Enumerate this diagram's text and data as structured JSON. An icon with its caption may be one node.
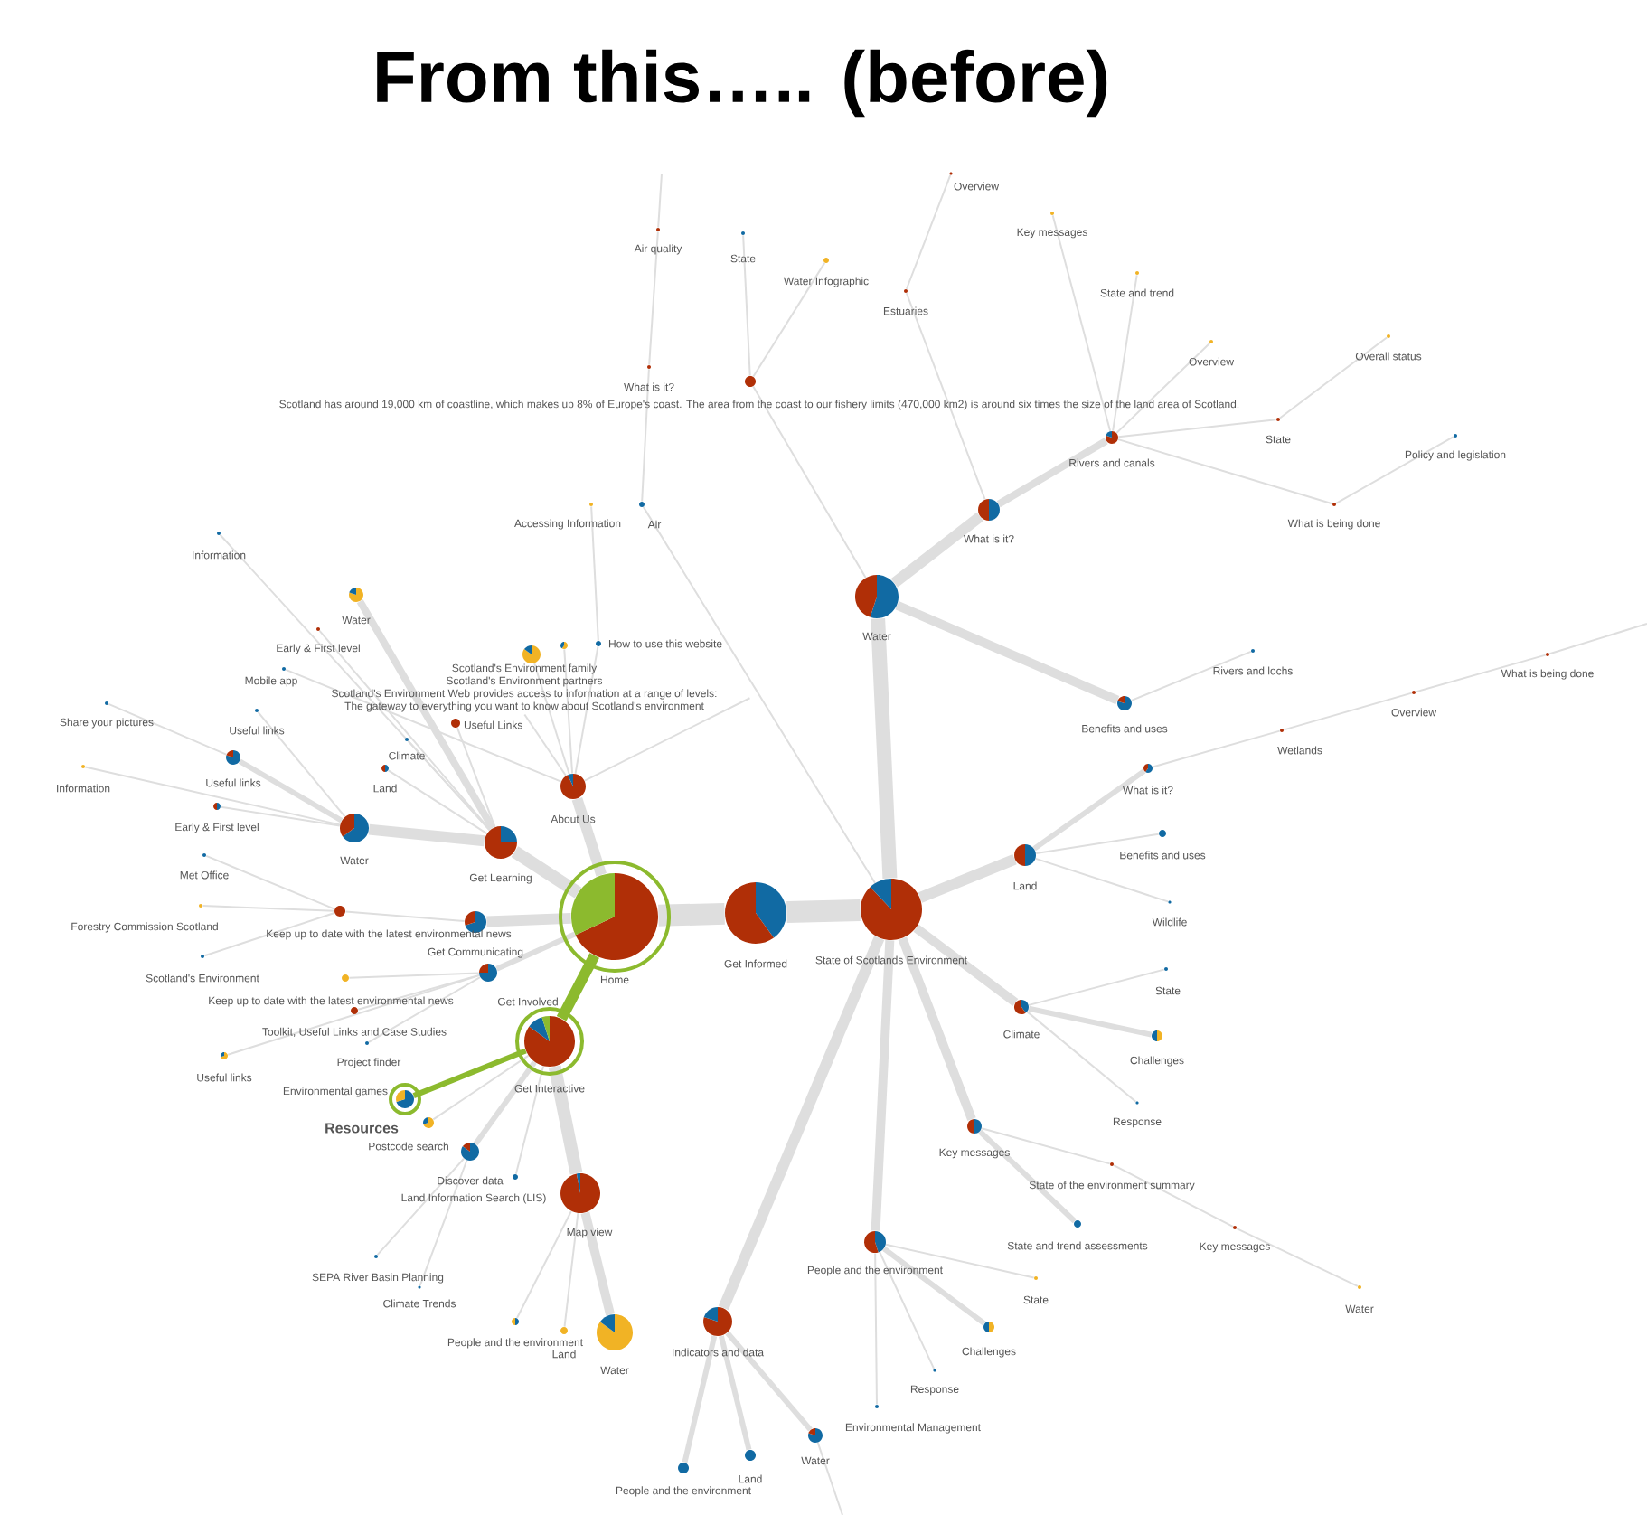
{
  "diagram": {
    "title": "From this….. (before)",
    "nodes": [
      {
        "text": [
          "Home"
        ]
      },
      {
        "text": [
          "Get Informed"
        ]
      },
      {
        "text": [
          "State of Scotlands Environment"
        ]
      },
      {
        "text": [
          "Water"
        ]
      },
      {
        "text": [
          "What is it?"
        ]
      },
      {
        "text": [
          "Rivers and canals"
        ]
      },
      {
        "text": [
          "Key messages"
        ]
      },
      {
        "text": [
          "State and trend"
        ]
      },
      {
        "text": [
          "Overview"
        ]
      },
      {
        "text": [
          "State"
        ]
      },
      {
        "text": [
          "Overall status"
        ]
      },
      {
        "text": [
          "What is being done"
        ]
      },
      {
        "text": [
          "Policy and legislation"
        ]
      },
      {
        "text": [
          "Estuaries"
        ]
      },
      {
        "text": [
          "Overview"
        ]
      },
      {
        "text": [
          "Scotland has around 19,000 km of coastline, which makes up 8% of Europe's coast. The area from the coast to our fishery limits (470,000 km2) is around six times the size of the land area of Scotland."
        ]
      },
      {
        "text": [
          "State"
        ]
      },
      {
        "text": [
          "Water Infographic"
        ]
      },
      {
        "text": [
          "Air quality"
        ]
      },
      {
        "text": [
          "What is it?"
        ]
      },
      {
        "text": [
          "Air"
        ]
      },
      {
        "text": [
          "Accessing Information"
        ]
      },
      {
        "text": [
          "About Us"
        ]
      },
      {
        "text": [
          "Scotland's Environment family"
        ]
      },
      {
        "text": [
          "Scotland's Environment partners"
        ]
      },
      {
        "text": [
          "How to use this website"
        ]
      },
      {
        "text": [
          "Mobile app"
        ]
      },
      {
        "text": [
          "Scotland's Environment Web provides access to information at a range of levels:"
        ]
      },
      {
        "text": [
          "The gateway to everything you want to know about Scotland's environment"
        ]
      },
      {
        "text": [
          "Get Learning"
        ]
      },
      {
        "text": [
          "Water"
        ]
      },
      {
        "text": [
          "Early & First level"
        ]
      },
      {
        "text": [
          "Information"
        ]
      },
      {
        "text": [
          "Useful Links"
        ]
      },
      {
        "text": [
          "Climate"
        ]
      },
      {
        "text": [
          "Land"
        ]
      },
      {
        "text": [
          "Water"
        ]
      },
      {
        "text": [
          "Useful links"
        ]
      },
      {
        "text": [
          "Share your pictures"
        ]
      },
      {
        "text": [
          "Useful links"
        ]
      },
      {
        "text": [
          "Information"
        ]
      },
      {
        "text": [
          "Early & First level"
        ]
      },
      {
        "text": [
          "Get Communicating"
        ]
      },
      {
        "text": [
          "Keep up to date with the latest environmental news"
        ]
      },
      {
        "text": [
          "Met Office"
        ]
      },
      {
        "text": [
          "Forestry Commission Scotland"
        ]
      },
      {
        "text": [
          "Scotland's Environment"
        ]
      },
      {
        "text": [
          "Get Involved"
        ]
      },
      {
        "text": [
          "Keep up to date with the latest environmental news"
        ]
      },
      {
        "text": [
          "Toolkit, Useful Links and Case Studies"
        ]
      },
      {
        "text": [
          "Project finder"
        ]
      },
      {
        "text": [
          "Useful links"
        ]
      },
      {
        "text": [
          "Get Interactive"
        ]
      },
      {
        "text": [
          "Environmental games"
        ]
      },
      {
        "text": [
          "Postcode search"
        ]
      },
      {
        "text": [
          "Discover data"
        ]
      },
      {
        "text": [
          "Land Information Search (LIS)"
        ]
      },
      {
        "text": [
          "Map view"
        ]
      },
      {
        "text": [
          "SEPA River Basin Planning"
        ]
      },
      {
        "text": [
          "Climate Trends"
        ]
      },
      {
        "text": [
          "People and the environment"
        ]
      },
      {
        "text": [
          "Land"
        ]
      },
      {
        "text": [
          "Water"
        ]
      },
      {
        "text": [
          "Benefits and uses"
        ]
      },
      {
        "text": [
          "Rivers and lochs"
        ]
      },
      {
        "text": [
          "Land"
        ]
      },
      {
        "text": [
          "What is it?"
        ]
      },
      {
        "text": [
          "Benefits and uses"
        ]
      },
      {
        "text": [
          "Wildlife"
        ]
      },
      {
        "text": [
          "Wetlands"
        ]
      },
      {
        "text": [
          "Overview"
        ]
      },
      {
        "text": [
          "What is being done"
        ]
      },
      {
        "text": [
          "Climate"
        ]
      },
      {
        "text": [
          "State"
        ]
      },
      {
        "text": [
          "Challenges"
        ]
      },
      {
        "text": [
          "Response"
        ]
      },
      {
        "text": [
          "Key messages"
        ]
      },
      {
        "text": [
          "State of the environment summary"
        ]
      },
      {
        "text": [
          "State and trend assessments"
        ]
      },
      {
        "text": [
          "Key messages"
        ]
      },
      {
        "text": [
          "Water"
        ]
      },
      {
        "text": [
          "People and the environment"
        ]
      },
      {
        "text": [
          "State"
        ]
      },
      {
        "text": [
          "Challenges"
        ]
      },
      {
        "text": [
          "Response"
        ]
      },
      {
        "text": [
          "Environmental Management"
        ]
      },
      {
        "text": [
          "Indicators and data"
        ]
      },
      {
        "text": [
          "People and the environment"
        ]
      },
      {
        "text": [
          "Land"
        ]
      },
      {
        "text": [
          "Water"
        ]
      }
    ],
    "edges": [
      {
        "from": 0,
        "to": 1,
        "arrow": "none",
        "style": "thick"
      },
      {
        "from": 1,
        "to": 2,
        "arrow": "none",
        "style": "thick"
      },
      {
        "from": 2,
        "to": 3,
        "arrow": "none",
        "style": "thick"
      },
      {
        "from": 3,
        "to": 4,
        "arrow": "none",
        "style": "thick"
      },
      {
        "from": 4,
        "to": 5,
        "arrow": "none",
        "style": "thick"
      },
      {
        "from": 5,
        "to": 6,
        "arrow": "none"
      },
      {
        "from": 5,
        "to": 7,
        "arrow": "none"
      },
      {
        "from": 5,
        "to": 8,
        "arrow": "none"
      },
      {
        "from": 5,
        "to": 9,
        "arrow": "none"
      },
      {
        "from": 9,
        "to": 10,
        "arrow": "none"
      },
      {
        "from": 5,
        "to": 11,
        "arrow": "none"
      },
      {
        "from": 11,
        "to": 12,
        "arrow": "none"
      },
      {
        "from": 4,
        "to": 13,
        "arrow": "none"
      },
      {
        "from": 13,
        "to": 14,
        "arrow": "none"
      },
      {
        "from": 3,
        "to": 15,
        "arrow": "none"
      },
      {
        "from": 15,
        "to": 16,
        "arrow": "none"
      },
      {
        "from": 15,
        "to": 17,
        "arrow": "none"
      },
      {
        "from": 18,
        "to": 19,
        "arrow": "none"
      },
      {
        "from": 19,
        "to": 20,
        "arrow": "none"
      },
      {
        "from": 20,
        "to": 2,
        "arrow": "none"
      },
      {
        "from": 18,
        "to": null,
        "arrow": "none"
      },
      {
        "from": 25,
        "to": 21,
        "arrow": "none"
      },
      {
        "from": 0,
        "to": 22,
        "arrow": "none",
        "style": "thick"
      },
      {
        "from": 22,
        "to": 23,
        "arrow": "none"
      },
      {
        "from": 22,
        "to": 24,
        "arrow": "none"
      },
      {
        "from": 22,
        "to": 25,
        "arrow": "none"
      },
      {
        "from": 22,
        "to": 26,
        "arrow": "none"
      },
      {
        "from": 22,
        "to": 27,
        "arrow": "none"
      },
      {
        "from": 22,
        "to": 28,
        "arrow": "none"
      },
      {
        "from": 0,
        "to": 29,
        "arrow": "none",
        "style": "thick"
      },
      {
        "from": 29,
        "to": 30,
        "arrow": "none",
        "style": "thick"
      },
      {
        "from": 29,
        "to": 31,
        "arrow": "none"
      },
      {
        "from": 29,
        "to": 32,
        "arrow": "none"
      },
      {
        "from": 29,
        "to": 33,
        "arrow": "none"
      },
      {
        "from": 29,
        "to": 34,
        "arrow": "none"
      },
      {
        "from": 29,
        "to": 35,
        "arrow": "none"
      },
      {
        "from": 29,
        "to": 36,
        "arrow": "none",
        "style": "thick"
      },
      {
        "from": 36,
        "to": 37,
        "arrow": "none"
      },
      {
        "from": 36,
        "to": 39,
        "arrow": "none",
        "style": "thick"
      },
      {
        "from": 39,
        "to": 38,
        "arrow": "none"
      },
      {
        "from": 36,
        "to": 40,
        "arrow": "none"
      },
      {
        "from": 36,
        "to": 41,
        "arrow": "none"
      },
      {
        "from": 0,
        "to": 42,
        "arrow": "none",
        "style": "thick"
      },
      {
        "from": 42,
        "to": 43,
        "arrow": "none"
      },
      {
        "from": 43,
        "to": 44,
        "arrow": "none"
      },
      {
        "from": 43,
        "to": 45,
        "arrow": "none"
      },
      {
        "from": 43,
        "to": 46,
        "arrow": "none"
      },
      {
        "from": 0,
        "to": 47,
        "arrow": "none",
        "style": "thick"
      },
      {
        "from": 47,
        "to": 48,
        "arrow": "none"
      },
      {
        "from": 47,
        "to": 49,
        "arrow": "none"
      },
      {
        "from": 47,
        "to": 50,
        "arrow": "none"
      },
      {
        "from": 47,
        "to": 51,
        "arrow": "none"
      },
      {
        "from": 0,
        "to": 52,
        "arrow": "none",
        "style": "thick",
        "color": "#8cba2e"
      },
      {
        "from": 52,
        "to": 53,
        "arrow": "none",
        "style": "thick",
        "color": "#8cba2e"
      },
      {
        "from": 52,
        "to": 54,
        "arrow": "none"
      },
      {
        "from": 52,
        "to": 55,
        "arrow": "none",
        "style": "thick"
      },
      {
        "from": 52,
        "to": 56,
        "arrow": "none"
      },
      {
        "from": 52,
        "to": 57,
        "arrow": "none",
        "style": "thick"
      },
      {
        "from": 55,
        "to": 58,
        "arrow": "none"
      },
      {
        "from": 55,
        "to": 59,
        "arrow": "none"
      },
      {
        "from": 57,
        "to": 60,
        "arrow": "none"
      },
      {
        "from": 57,
        "to": 61,
        "arrow": "none"
      },
      {
        "from": 57,
        "to": 62,
        "arrow": "none",
        "style": "thick"
      },
      {
        "from": 3,
        "to": 63,
        "arrow": "none",
        "style": "thick"
      },
      {
        "from": 63,
        "to": 64,
        "arrow": "none"
      },
      {
        "from": 2,
        "to": 65,
        "arrow": "none",
        "style": "thick"
      },
      {
        "from": 65,
        "to": 66,
        "arrow": "none",
        "style": "thick"
      },
      {
        "from": 65,
        "to": 67,
        "arrow": "none"
      },
      {
        "from": 65,
        "to": 68,
        "arrow": "none"
      },
      {
        "from": 66,
        "to": 69,
        "arrow": "none"
      },
      {
        "from": 69,
        "to": 70,
        "arrow": "none"
      },
      {
        "from": 70,
        "to": 71,
        "arrow": "none"
      },
      {
        "from": 71,
        "to": null,
        "arrow": "none"
      },
      {
        "from": 2,
        "to": 72,
        "arrow": "none",
        "style": "thick"
      },
      {
        "from": 72,
        "to": 73,
        "arrow": "none"
      },
      {
        "from": 72,
        "to": 74,
        "arrow": "none",
        "style": "thick"
      },
      {
        "from": 72,
        "to": 75,
        "arrow": "none"
      },
      {
        "from": 2,
        "to": 76,
        "arrow": "none",
        "style": "thick"
      },
      {
        "from": 76,
        "to": 77,
        "arrow": "none"
      },
      {
        "from": 77,
        "to": 79,
        "arrow": "none"
      },
      {
        "from": 79,
        "to": 80,
        "arrow": "none"
      },
      {
        "from": 76,
        "to": 78,
        "arrow": "none",
        "style": "thick"
      },
      {
        "from": 2,
        "to": 81,
        "arrow": "none",
        "style": "thick"
      },
      {
        "from": 81,
        "to": 82,
        "arrow": "none"
      },
      {
        "from": 81,
        "to": 83,
        "arrow": "none",
        "style": "thick"
      },
      {
        "from": 81,
        "to": 84,
        "arrow": "none"
      },
      {
        "from": 81,
        "to": 85,
        "arrow": "none"
      },
      {
        "from": 2,
        "to": 86,
        "arrow": "none",
        "style": "thick"
      },
      {
        "from": 86,
        "to": 87,
        "arrow": "none",
        "style": "thick"
      },
      {
        "from": 86,
        "to": 88,
        "arrow": "none",
        "style": "thick"
      },
      {
        "from": 86,
        "to": 89,
        "arrow": "none",
        "style": "thick"
      },
      {
        "from": 89,
        "to": null,
        "arrow": "none"
      }
    ],
    "labels": [
      "Resources"
    ]
  }
}
